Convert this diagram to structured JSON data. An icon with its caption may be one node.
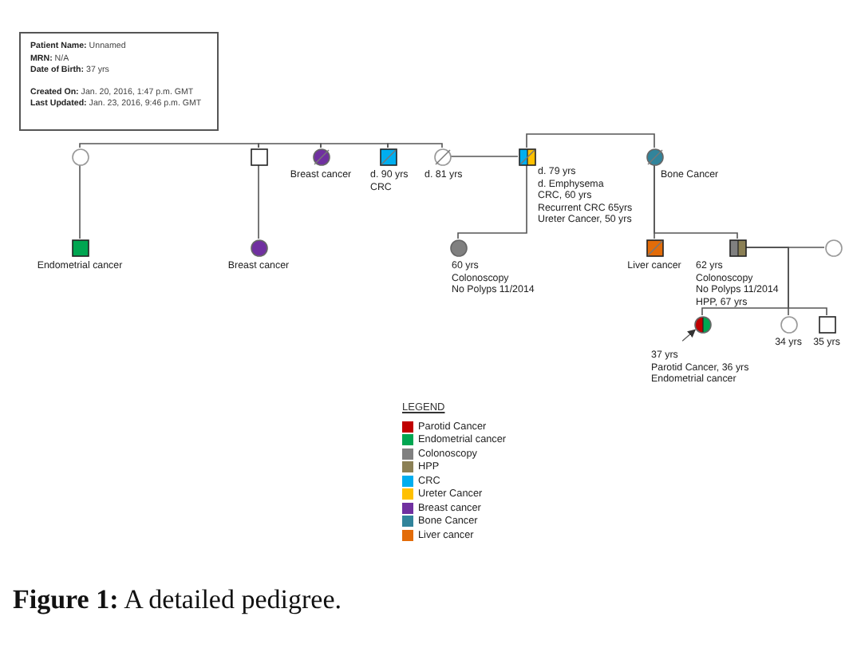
{
  "diagram": {
    "caption": "**Figure 1:** A detailed pedigree.",
    "nodes": [
      {
        "text": [
          "**Patient Name:** Unnamed",
          "**MRN:** N/A",
          "**Date of Birth:** 37 yrs",
          "**Created On:** Jan. 20, 2016, 1:47 p.m. GMT",
          "**Last Updated:** Jan. 23, 2016, 9:46 p.m. GMT"
        ]
      },
      {
        "text": [],
        "shape": "circle"
      },
      {
        "text": [],
        "shape": "box"
      },
      {
        "text": [
          "Breast cancer"
        ]
      },
      {
        "text": [
          "d. 90 yrs",
          "CRC"
        ]
      },
      {
        "text": [
          "d. 81 yrs"
        ]
      },
      {
        "text": [
          "d. 79 yrs",
          "d. Emphysema",
          "CRC, 60 yrs",
          "Recurrent CRC 65yrs",
          "Ureter Cancer, 50 yrs"
        ]
      },
      {
        "text": [
          "Bone Cancer"
        ]
      },
      {
        "text": [
          "Endometrial cancer"
        ]
      },
      {
        "text": [
          "Breast cancer"
        ]
      },
      {
        "text": [
          "60 yrs",
          "Colonoscopy",
          "No Polyps 11/2014"
        ]
      },
      {
        "text": [
          "Liver cancer"
        ]
      },
      {
        "text": [
          "62 yrs",
          "Colonoscopy",
          "No Polyps 11/2014",
          "HPP, 67 yrs"
        ]
      },
      {
        "text": [],
        "shape": "circle"
      },
      {
        "text": [
          "37 yrs",
          "Parotid Cancer, 36 yrs",
          "Endometrial cancer"
        ]
      },
      {
        "text": [
          "34 yrs"
        ]
      },
      {
        "text": [
          "35 yrs"
        ]
      }
    ],
    "edges": [
      {
        "from": 1,
        "to": 2,
        "arrow": "none"
      },
      {
        "from": 2,
        "to": 3,
        "arrow": "none"
      },
      {
        "from": 3,
        "to": 4,
        "arrow": "none"
      },
      {
        "from": 4,
        "to": 5,
        "arrow": "none"
      },
      {
        "from": 1,
        "to": 8,
        "arrow": "none"
      },
      {
        "from": 2,
        "to": 9,
        "arrow": "none"
      },
      {
        "from": 5,
        "to": 6,
        "arrow": "none"
      },
      {
        "from": 6,
        "to": 7,
        "arrow": "none"
      },
      {
        "from": 6,
        "to": 10,
        "arrow": "none"
      },
      {
        "from": 7,
        "to": 11,
        "arrow": "none"
      },
      {
        "from": 7,
        "to": 12,
        "arrow": "none"
      },
      {
        "from": 12,
        "to": 13,
        "arrow": "none"
      },
      {
        "from": 12,
        "to": 14,
        "arrow": "none"
      },
      {
        "from": 12,
        "to": 15,
        "arrow": "none"
      },
      {
        "from": 12,
        "to": 16,
        "arrow": "none"
      },
      {
        "from": null,
        "to": 14,
        "arrow": "to"
      }
    ],
    "labels": [
      "LEGEND"
    ],
    "legend": [
      {
        "text": "Parotid Cancer",
        "color": "#c00000"
      },
      {
        "text": "Endometrial cancer",
        "color": "#00a651"
      },
      {
        "text": "Colonoscopy",
        "color": "#808080"
      },
      {
        "text": "HPP",
        "color": "#8b8055"
      },
      {
        "text": "CRC",
        "color": "#00aeef"
      },
      {
        "text": "Ureter Cancer",
        "color": "#ffc000"
      },
      {
        "text": "Breast cancer",
        "color": "#7030a0"
      },
      {
        "text": "Bone Cancer",
        "color": "#31849b"
      },
      {
        "text": "Liver cancer",
        "color": "#e36c09"
      }
    ]
  }
}
